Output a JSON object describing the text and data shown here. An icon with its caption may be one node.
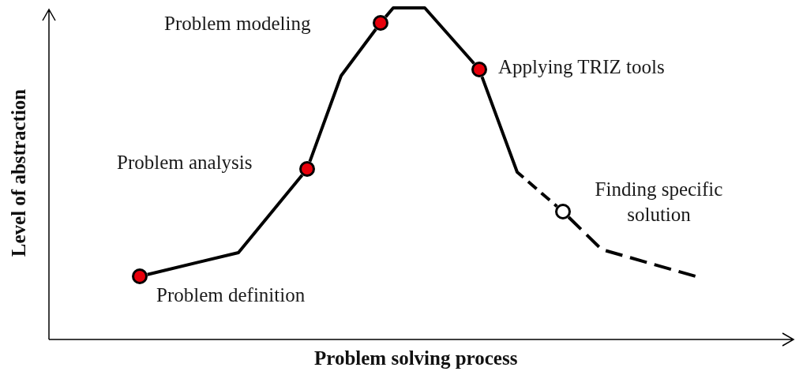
{
  "diagram": {
    "nodes": [
      {
        "text": [],
        "shape": "circle",
        "beside": [
          "Problem definition"
        ]
      },
      {
        "text": [],
        "shape": "circle",
        "beside": [
          "Problem analysis"
        ]
      },
      {
        "text": [],
        "shape": "circle",
        "beside": [
          "Problem modeling"
        ]
      },
      {
        "text": [],
        "shape": "circle",
        "beside": [
          "Applying TRIZ tools"
        ]
      },
      {
        "text": [],
        "shape": "circle",
        "beside": [
          "Finding specific solution"
        ]
      }
    ],
    "edges": [
      {
        "from": 0,
        "to": 1,
        "arrow": "none"
      },
      {
        "from": 1,
        "to": 2,
        "arrow": "none"
      },
      {
        "from": 2,
        "to": 3,
        "arrow": "none"
      },
      {
        "from": 3,
        "to": 4,
        "arrow": "none",
        "style": "dashed"
      },
      {
        "from": 4,
        "to": null,
        "arrow": "none",
        "style": "dashed"
      }
    ],
    "labels": [
      "Level of abstraction",
      "Problem solving process"
    ]
  }
}
